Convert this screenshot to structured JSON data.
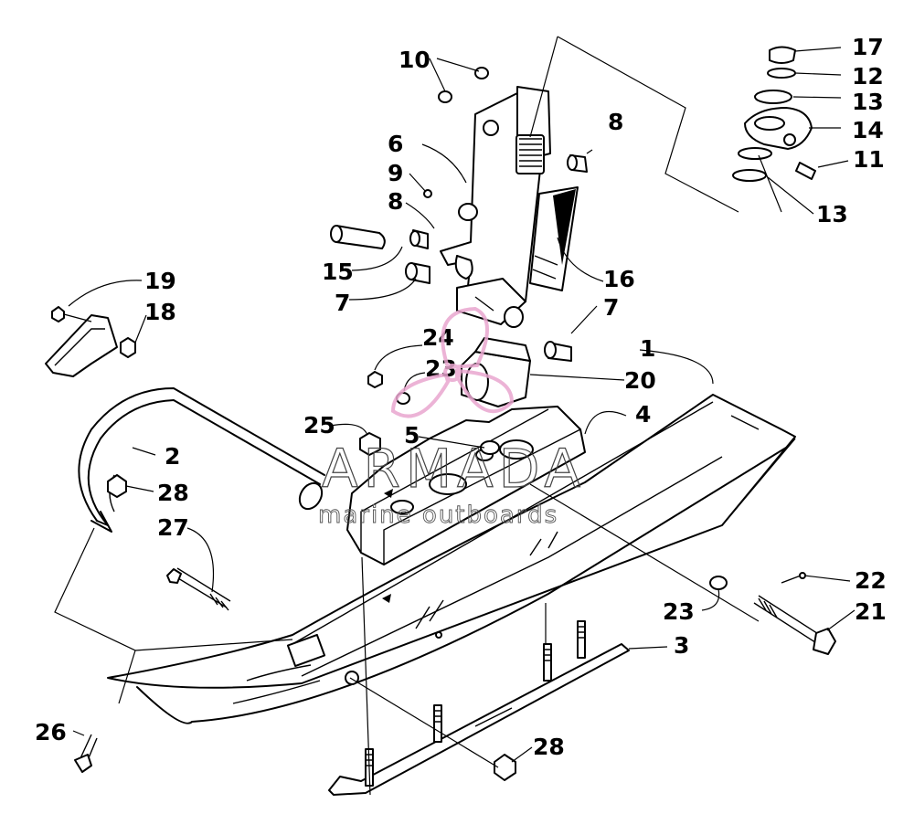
{
  "diagram": {
    "callouts": [
      "1",
      "2",
      "3",
      "4",
      "5",
      "6",
      "7",
      "7",
      "8",
      "8",
      "9",
      "10",
      "11",
      "12",
      "13",
      "13",
      "14",
      "15",
      "16",
      "17",
      "18",
      "19",
      "20",
      "21",
      "22",
      "23",
      "23",
      "24",
      "25",
      "26",
      "27",
      "28",
      "28"
    ]
  },
  "watermark": {
    "brand": "ARMADA",
    "tagline": "marine outboards",
    "color": "#e9a6cf"
  }
}
